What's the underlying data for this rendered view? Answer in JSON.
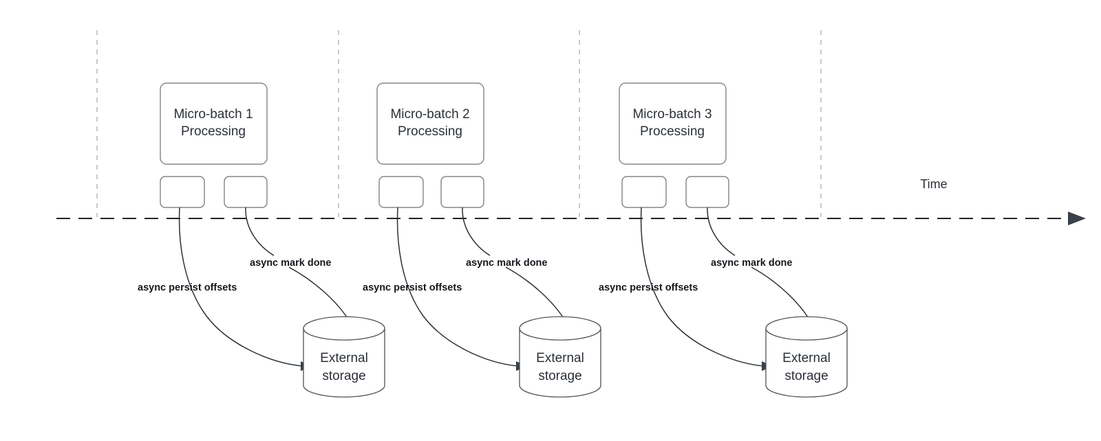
{
  "diagram": {
    "title": "Micro-batch processing with async offset persistence timeline",
    "background_color": "#ffffff",
    "stroke_color": "#4c5057",
    "tick_color": "#b3b3b3",
    "timeline_color": "#1f2328",
    "label_color": "#15181d",
    "timeline": {
      "axis_label": "Time",
      "style": "dashed-arrow",
      "direction": "left-to-right"
    },
    "tick_marks": [
      {
        "name": "boundary-1"
      },
      {
        "name": "boundary-2"
      },
      {
        "name": "boundary-3"
      },
      {
        "name": "boundary-4"
      }
    ],
    "batches": [
      {
        "id": "batch-1",
        "process_line_1": "Micro-batch 1",
        "process_line_2": "Processing",
        "task_boxes": [
          "",
          ""
        ],
        "storage_line_1": "External",
        "storage_line_2": "storage",
        "edges": [
          {
            "name": "async-persist-offsets",
            "label": "async persist offsets",
            "from": "task-box-left",
            "to": "external-storage-side"
          },
          {
            "name": "async-mark-done",
            "label": "async mark done",
            "from": "task-box-right",
            "to": "external-storage-top"
          }
        ]
      },
      {
        "id": "batch-2",
        "process_line_1": "Micro-batch 2",
        "process_line_2": "Processing",
        "task_boxes": [
          "",
          ""
        ],
        "storage_line_1": "External",
        "storage_line_2": "storage",
        "edges": [
          {
            "name": "async-persist-offsets",
            "label": "async persist offsets",
            "from": "task-box-left",
            "to": "external-storage-side"
          },
          {
            "name": "async-mark-done",
            "label": "async mark done",
            "from": "task-box-right",
            "to": "external-storage-top"
          }
        ]
      },
      {
        "id": "batch-3",
        "process_line_1": "Micro-batch 3",
        "process_line_2": "Processing",
        "task_boxes": [
          "",
          ""
        ],
        "storage_line_1": "External",
        "storage_line_2": "storage",
        "edges": [
          {
            "name": "async-persist-offsets",
            "label": "async persist offsets",
            "from": "task-box-left",
            "to": "external-storage-side"
          },
          {
            "name": "async-mark-done",
            "label": "async mark done",
            "from": "task-box-right",
            "to": "external-storage-top"
          }
        ]
      }
    ]
  }
}
